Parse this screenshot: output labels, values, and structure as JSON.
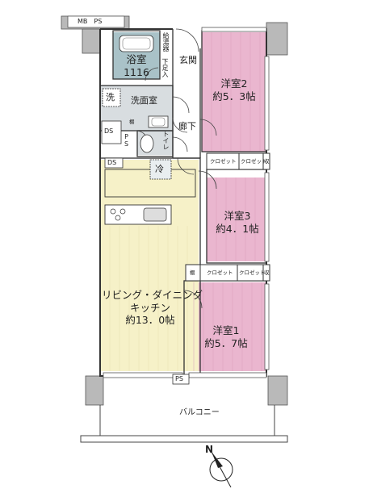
{
  "top": {
    "mb_ps": "MB　PS"
  },
  "rooms": {
    "bath": {
      "name": "浴室",
      "size": "1116"
    },
    "washroom": {
      "name": "洗面室"
    },
    "entrance": {
      "name": "玄関"
    },
    "shoe": {
      "name": "下足入"
    },
    "corridor": {
      "name": "廊下"
    },
    "toilet": {
      "name": "トイレ"
    },
    "western2": {
      "name": "洋室2",
      "size": "約5．3帖"
    },
    "western3": {
      "name": "洋室3",
      "size": "約4．1帖"
    },
    "western1": {
      "name": "洋室1",
      "size": "約5．7帖"
    },
    "ldk": {
      "name1": "リビング・ダイニング",
      "name2": "キッチン",
      "size": "約13．0帖"
    }
  },
  "fixtures": {
    "ds1": "DS",
    "ds2": "DS",
    "ps_small": "P\nS",
    "ps_bottom": "PS",
    "closet": "クロゼット",
    "storage": "収",
    "wash_mark": "洗",
    "fridge": "冷",
    "cabinet": "棚",
    "tank": "給湯器"
  },
  "balcony": {
    "name": "バルコニー"
  },
  "north": {
    "label": "N"
  }
}
